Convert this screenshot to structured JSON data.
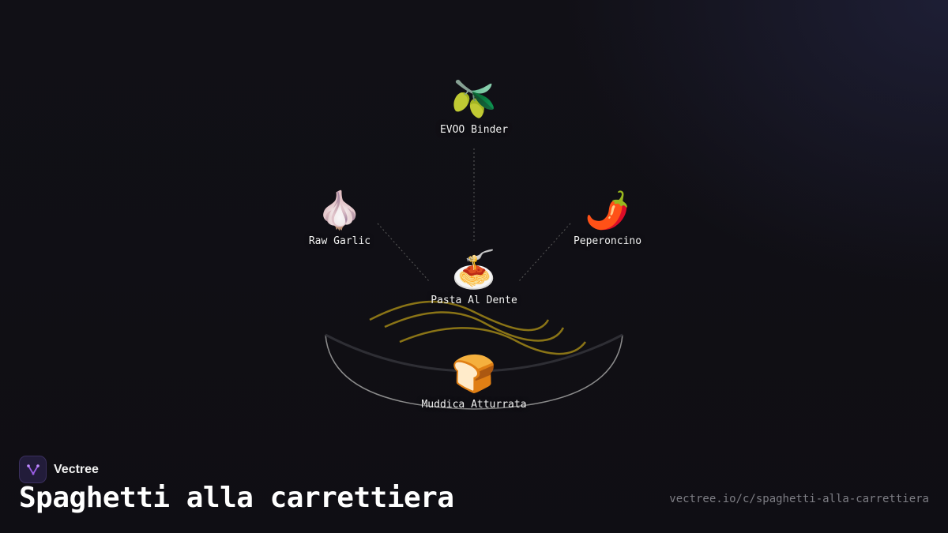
{
  "brand": {
    "name": "Vectree"
  },
  "recipe": {
    "title": "Spaghetti alla carrettiera",
    "url": "vectree.io/c/spaghetti-alla-carrettiera"
  },
  "nodes": {
    "evoo": {
      "label": "EVOO Binder",
      "emoji": "🫒",
      "icon": "olive-icon"
    },
    "garlic": {
      "label": "Raw Garlic",
      "emoji": "🧄",
      "icon": "garlic-icon"
    },
    "peperoncino": {
      "label": "Peperoncino",
      "emoji": "🌶️",
      "icon": "chili-pepper-icon"
    },
    "pasta": {
      "label": "Pasta Al Dente",
      "emoji": "🍝",
      "icon": "spaghetti-icon"
    },
    "muddica": {
      "label": "Muddica Atturrata",
      "emoji": "🍞",
      "icon": "bread-icon"
    }
  },
  "colors": {
    "background": "#111016",
    "strands": "#8a7416",
    "bowl": "#8c8c8c",
    "connector": "#5a5a5a",
    "brand_accent": "#9b5de5"
  }
}
